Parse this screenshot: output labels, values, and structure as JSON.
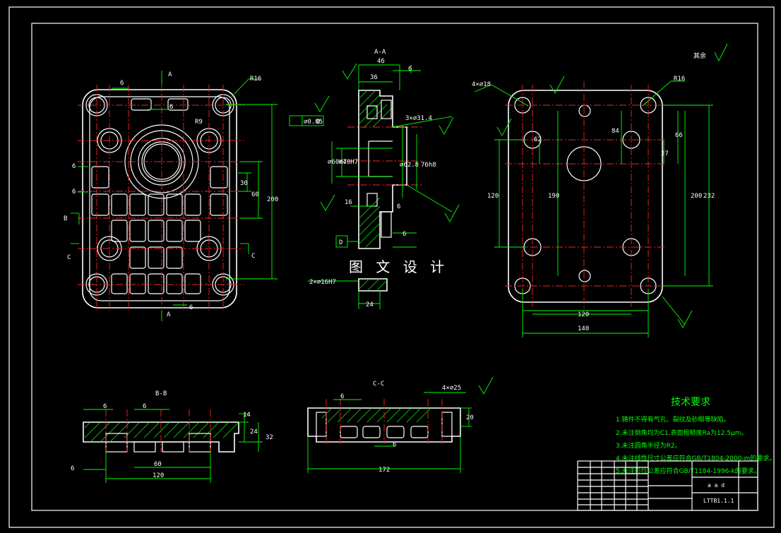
{
  "watermark": "图 文 设 计",
  "views": {
    "section_aa_label": "A-A",
    "section_bb_label": "B-B",
    "section_cc_label": "C-C",
    "label_a": "A",
    "label_b": "B",
    "label_c": "C"
  },
  "front_view": {
    "dims": [
      "R16",
      "6",
      "6",
      "R9",
      "6",
      "6",
      "30",
      "60",
      "200",
      "6"
    ]
  },
  "section_aa": {
    "dims": [
      "46",
      "36",
      "6",
      "3×⌀31.4",
      "⌀60H7",
      "⌀40H7",
      "⌀62.8",
      "76h8",
      "16",
      "6",
      "6",
      "24",
      "2×⌀16H7",
      "⌀0.05",
      "D",
      "D"
    ]
  },
  "rear_view": {
    "roughness_note": "其余",
    "dims": [
      "4×⌀18",
      "R16",
      "62",
      "84",
      "66",
      "27",
      "120",
      "190",
      "200",
      "232",
      "120",
      "140"
    ]
  },
  "section_bb": {
    "dims": [
      "6",
      "6",
      "14",
      "24",
      "32",
      "60",
      "120",
      "6"
    ]
  },
  "section_cc": {
    "dims": [
      "6",
      "4×⌀25",
      "20",
      "6",
      "172"
    ]
  },
  "tech_requirements": {
    "title": "技术要求",
    "items": [
      "1.铸件不得有气孔、裂纹及砂眼等缺陷。",
      "2.未注倒角均为C1,表面粗糙度Ra为12.5μm。",
      "3.未注圆角半径为R2。",
      "4.未注线性尺寸公差应符合GB/T1804-2000-m的要求。",
      "5.未注形位公差应符合GB/T1184-1996-k的要求。"
    ]
  },
  "title_block": {
    "name": "a a d",
    "code": "LTTB1.1.1"
  }
}
